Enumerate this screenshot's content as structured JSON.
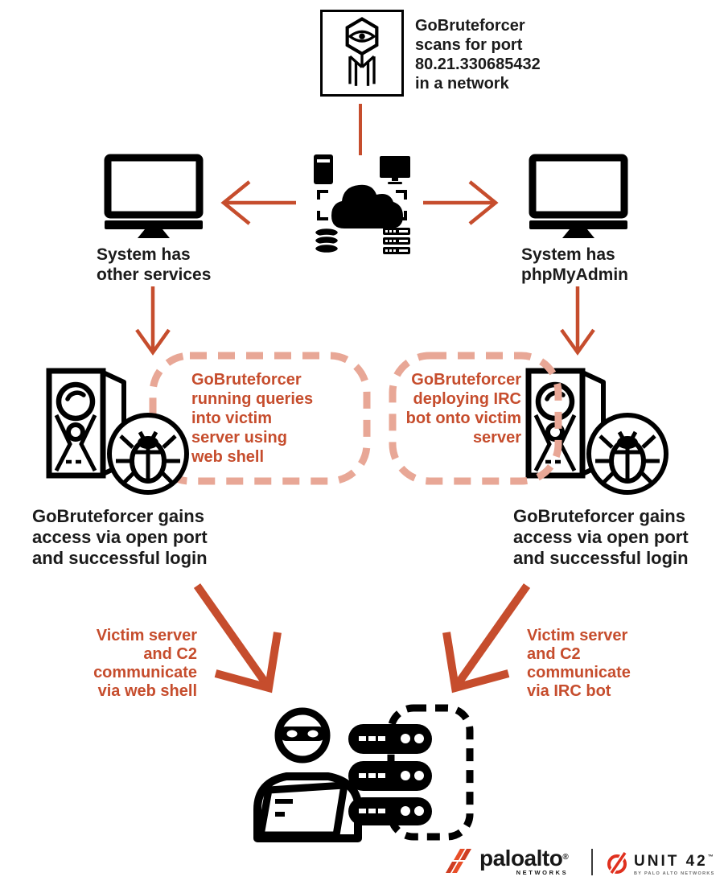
{
  "colors": {
    "accent": "#C64D2D",
    "accent_light": "#E8A796",
    "ink": "#1B1B1B",
    "logo_orange": "#E84E28",
    "logo_orange_dark": "#CE3D22",
    "unit42_red": "#E0301E"
  },
  "scan": {
    "caption": "GoBruteforcer\nscans for port\n80.21.330685432\nin a network"
  },
  "systems": {
    "left_caption": "System has\nother services",
    "right_caption": "System has\nphpMyAdmin"
  },
  "infection": {
    "left_note": "GoBruteforcer\nrunning queries\ninto victim\nserver using\nweb shell",
    "right_note": "GoBruteforcer\ndeploying IRC\nbot onto victim\nserver",
    "left_caption": "GoBruteforcer gains\naccess via open port\nand successful login",
    "right_caption": "GoBruteforcer gains\naccess via open port\nand successful login"
  },
  "c2": {
    "left_label": "Victim server\nand C2\ncommunicate\nvia web shell",
    "right_label": "Victim server\nand C2\ncommunicate\nvia IRC bot"
  },
  "footer": {
    "paloalto_name": "paloalto",
    "paloalto_reg": "®",
    "paloalto_sub": "NETWORKS",
    "unit42_name": "UNIT 42",
    "unit42_tm": "™",
    "unit42_sub": "BY PALO ALTO NETWORKS"
  }
}
